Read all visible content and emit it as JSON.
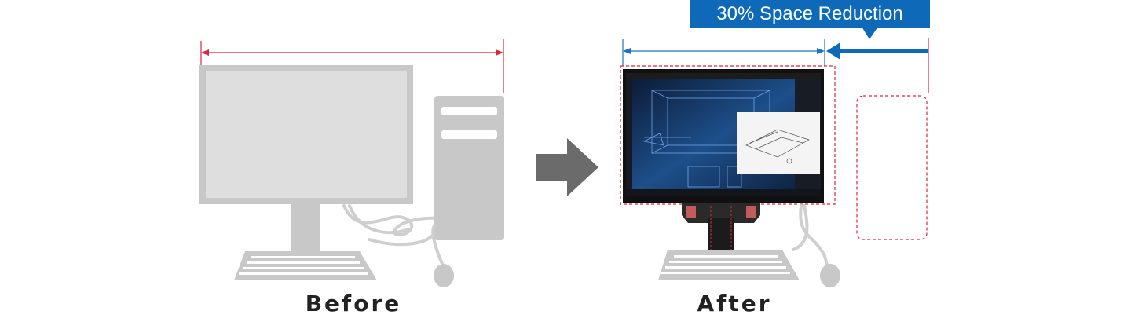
{
  "before_label": "Before",
  "after_label": "After",
  "badge_text": "30% Space Reduction",
  "colors": {
    "gray_device": "#c8c8c8",
    "gray_screen": "#dedede",
    "red_dimension": "#d9283c",
    "blue_dimension": "#1e73be",
    "badge_blue": "#0e6ab8",
    "arrow_gray": "#6b6b6b"
  },
  "icons": {
    "before": [
      "monitor-icon",
      "pc-tower-icon",
      "keyboard-icon",
      "mouse-icon"
    ],
    "after": [
      "monitor-with-embedded-pc-icon",
      "keyboard-icon",
      "mouse-icon"
    ],
    "transition": "right-arrow-icon"
  }
}
